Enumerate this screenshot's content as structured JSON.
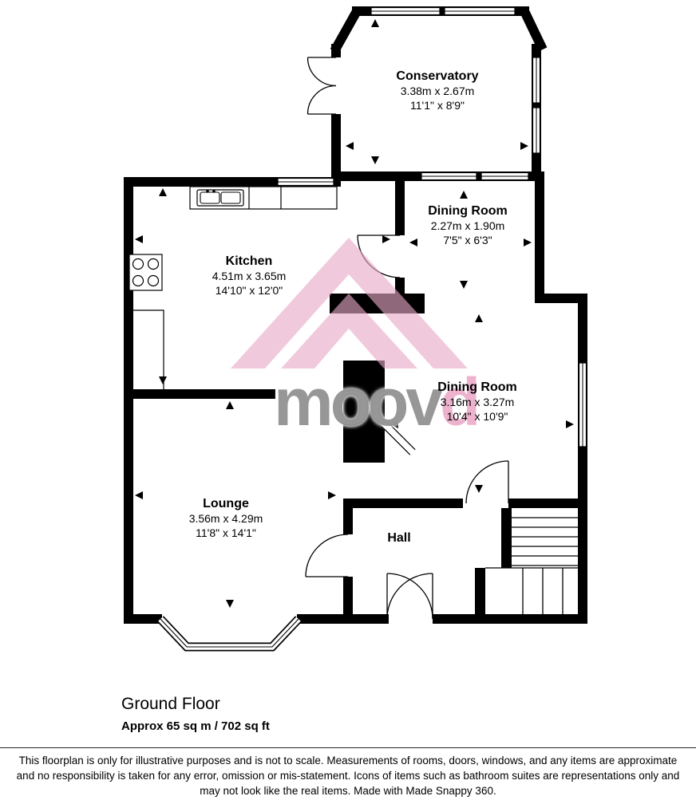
{
  "watermark": {
    "gray": "moov",
    "pink": "d"
  },
  "rooms": {
    "conservatory": {
      "name": "Conservatory",
      "metric": "3.38m x 2.67m",
      "imperial": "11'1\" x 8'9\""
    },
    "kitchen": {
      "name": "Kitchen",
      "metric": "4.51m x 3.65m",
      "imperial": "14'10\" x 12'0\""
    },
    "dining1": {
      "name": "Dining Room",
      "metric": "2.27m x 1.90m",
      "imperial": "7'5\" x 6'3\""
    },
    "dining2": {
      "name": "Dining Room",
      "metric": "3.16m x 3.27m",
      "imperial": "10'4\" x 10'9\""
    },
    "lounge": {
      "name": "Lounge",
      "metric": "3.56m x 4.29m",
      "imperial": "11'8\" x 14'1\""
    },
    "hall": {
      "name": "Hall"
    }
  },
  "floor": {
    "title": "Ground Floor",
    "area": "Approx 65 sq m / 702 sq ft"
  },
  "disclaimer": {
    "line1": "This floorplan is only for illustrative purposes and is not to scale. Measurements of rooms, doors, windows, and any items are approximate",
    "line2": "and no responsibility is taken for any error, omission or mis-statement. Icons of items such as bathroom suites are representations only and",
    "line3": "may not look like the real items. Made with Made Snappy 360."
  },
  "colors": {
    "wall": "#000000",
    "watermark_pink": "#e8a8c6",
    "watermark_gray": "#7d7d7d"
  }
}
